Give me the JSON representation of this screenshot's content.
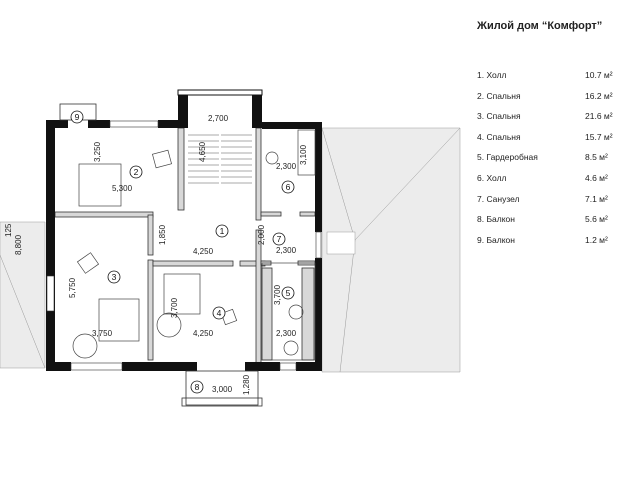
{
  "title": "Жилой дом “Комфорт”",
  "rooms": [
    {
      "label": "1. Холл",
      "area": "10.7 м²"
    },
    {
      "label": "2. Спальня",
      "area": "16.2 м²"
    },
    {
      "label": "3. Спальня",
      "area": "21.6 м²"
    },
    {
      "label": "4. Спальня",
      "area": "15.7 м²"
    },
    {
      "label": "5. Гардеробная",
      "area": "8.5 м²"
    },
    {
      "label": "6. Холл",
      "area": "4.6 м²"
    },
    {
      "label": "7. Санузел",
      "area": "7.1 м²"
    },
    {
      "label": "8. Балкон",
      "area": "5.6 м²"
    },
    {
      "label": "9. Балкон",
      "area": "1.2 м²"
    }
  ],
  "plan": {
    "numbers": [
      "1",
      "2",
      "3",
      "4",
      "5",
      "6",
      "7",
      "8",
      "9"
    ],
    "dims": {
      "stair_w": "2,700",
      "stair_h": "4,650",
      "r2_h": "3,250",
      "r2_w": "5,300",
      "r6_w": "2,300",
      "r6_h": "3,100",
      "hall_h": "1,850",
      "hall_w": "4,250",
      "r7_h": "2,000",
      "r7_w": "2,300",
      "r3_h": "5,750",
      "r3_w": "3,750",
      "r4_h": "3,700",
      "r4_w": "4,250",
      "r5_h": "3,700",
      "r5_w": "2,300",
      "bal_w": "3,000",
      "bal_h": "1,280",
      "roof_a": "125",
      "roof_b": "8,800"
    }
  }
}
